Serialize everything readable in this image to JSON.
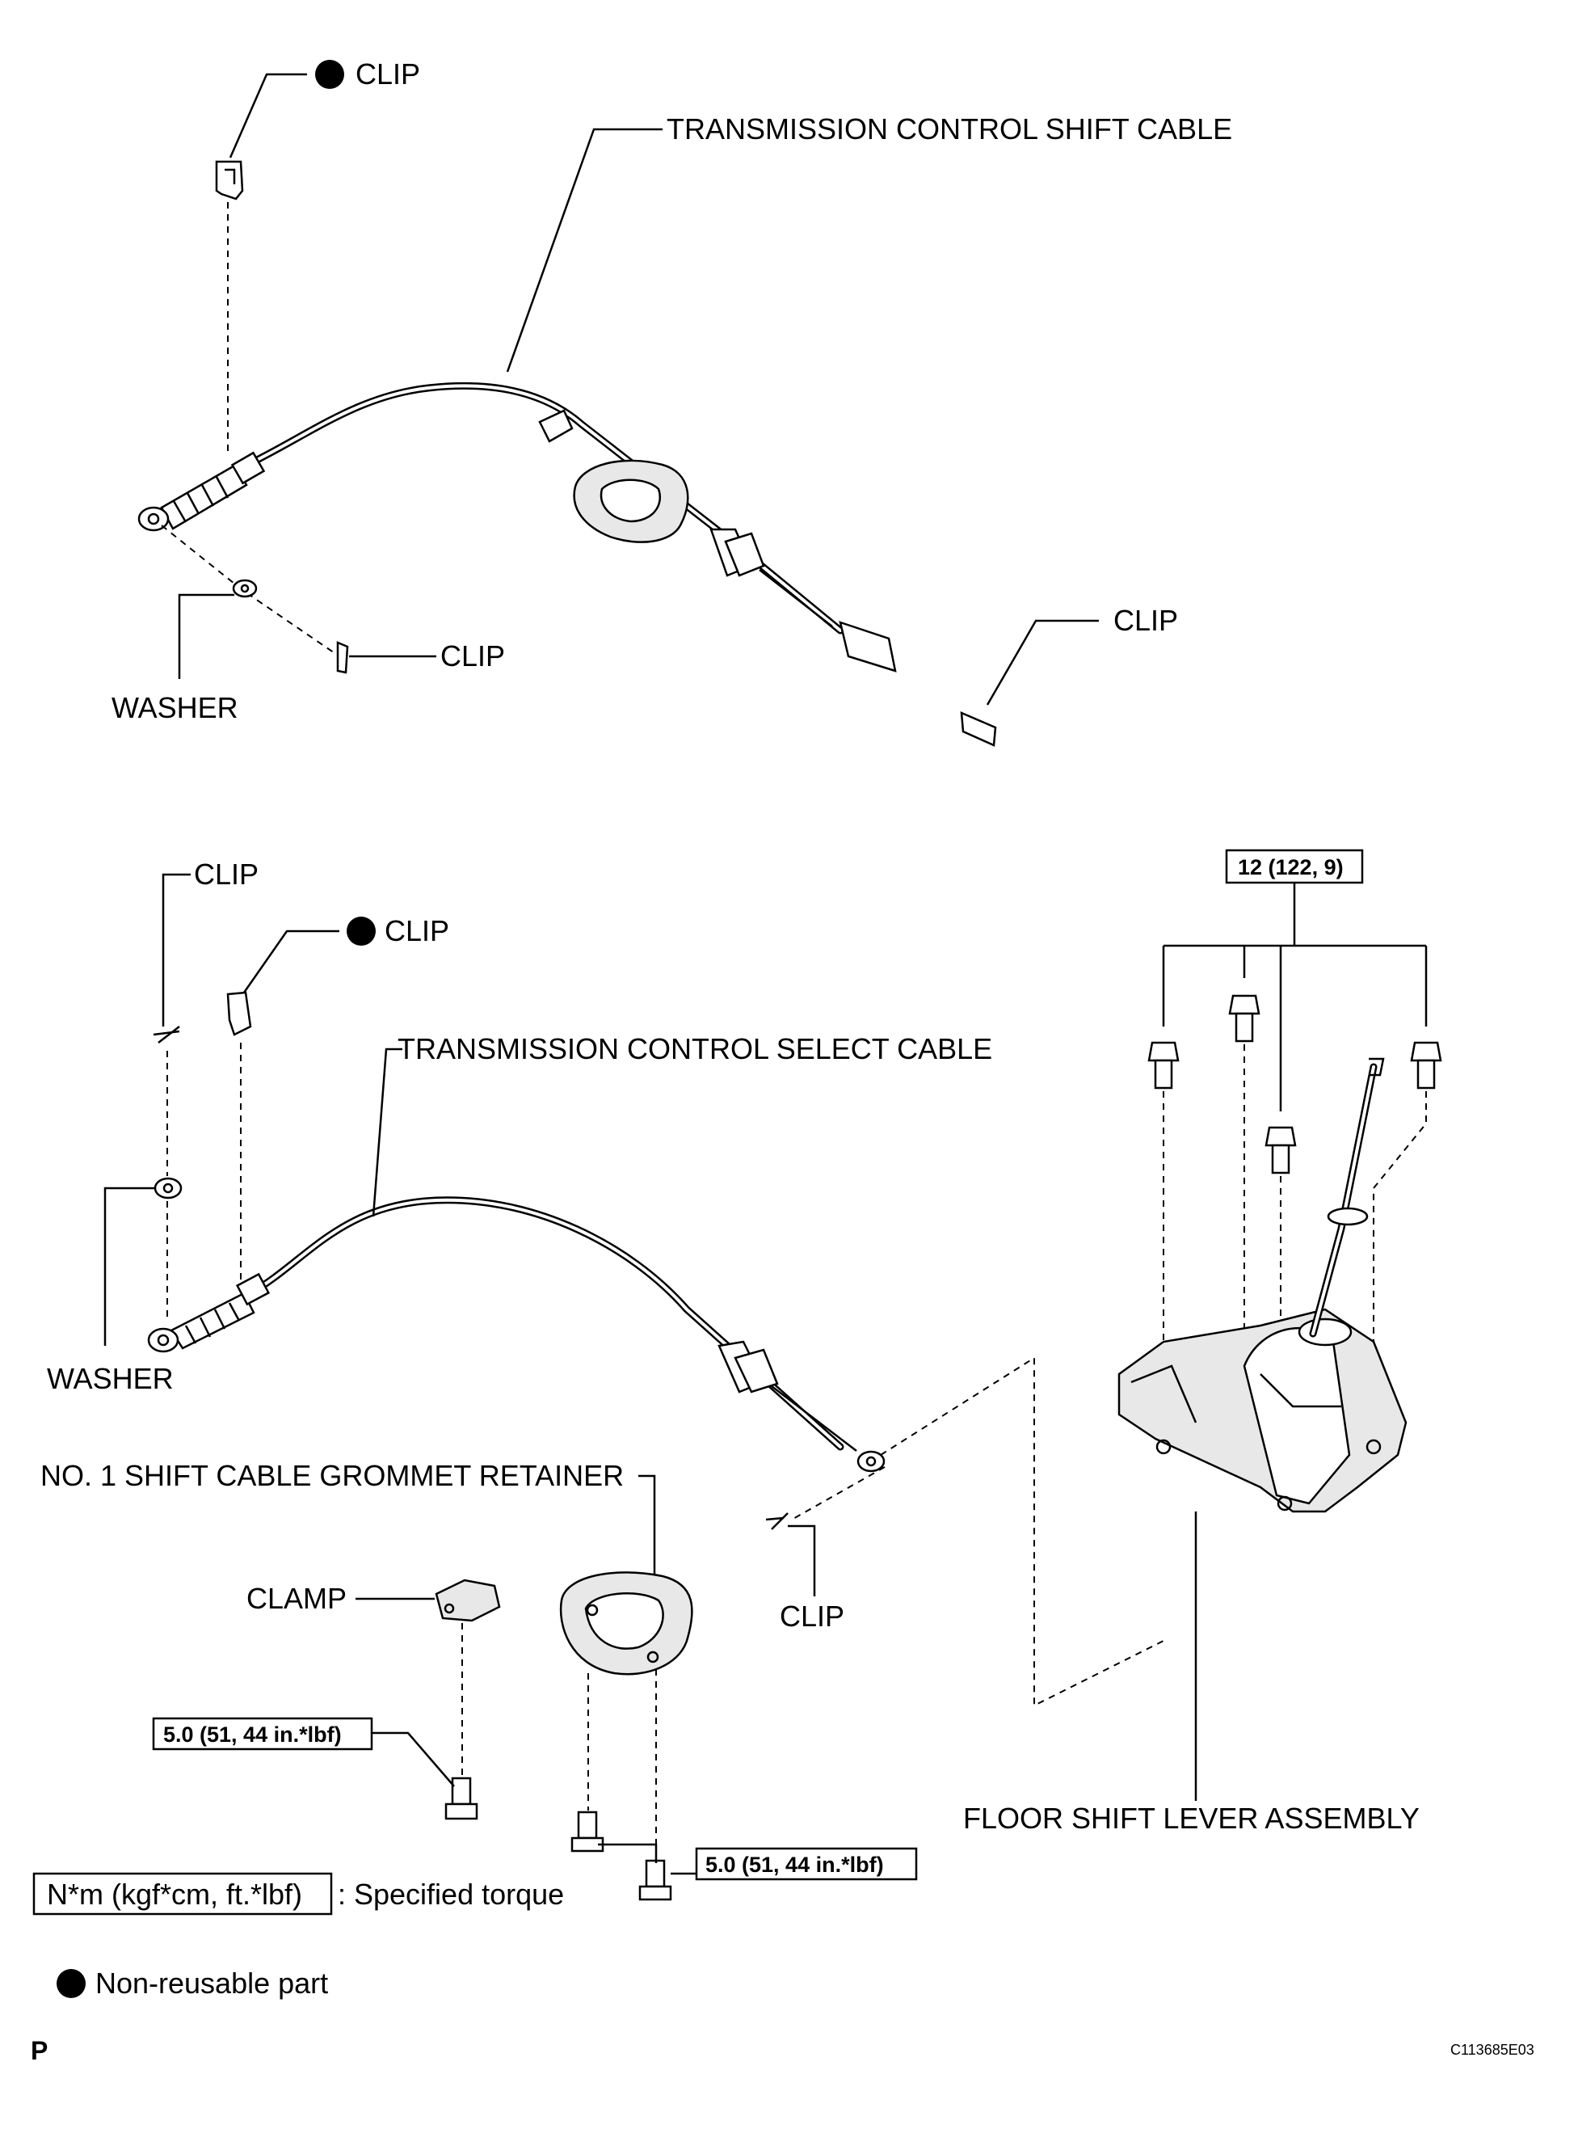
{
  "labels": {
    "clip_top_nonreusable": "CLIP",
    "shift_cable": "TRANSMISSION CONTROL SHIFT CABLE",
    "clip_shift_end": "CLIP",
    "clip_right_top": "CLIP",
    "washer_top": "WASHER",
    "clip_select_left": "CLIP",
    "clip_select_nonreusable": "CLIP",
    "select_cable": "TRANSMISSION CONTROL SELECT CABLE",
    "washer_bottom": "WASHER",
    "grommet_retainer": "NO. 1 SHIFT CABLE GROMMET RETAINER",
    "clamp": "CLAMP",
    "clip_select_end": "CLIP",
    "floor_shift_lever": "FLOOR SHIFT LEVER ASSEMBLY"
  },
  "torque": {
    "lever_bolts": "12 (122, 9)",
    "clamp_bolt": "5.0 (51, 44 in.*lbf)",
    "retainer_bolts": "5.0 (51, 44 in.*lbf)"
  },
  "legend": {
    "torque_unit": "N*m (kgf*cm, ft.*lbf)",
    "torque_desc": ": Specified torque",
    "nonreusable": "Non-reusable part"
  },
  "footer": {
    "corner_letter": "P",
    "figure_code": "C113685E03"
  }
}
